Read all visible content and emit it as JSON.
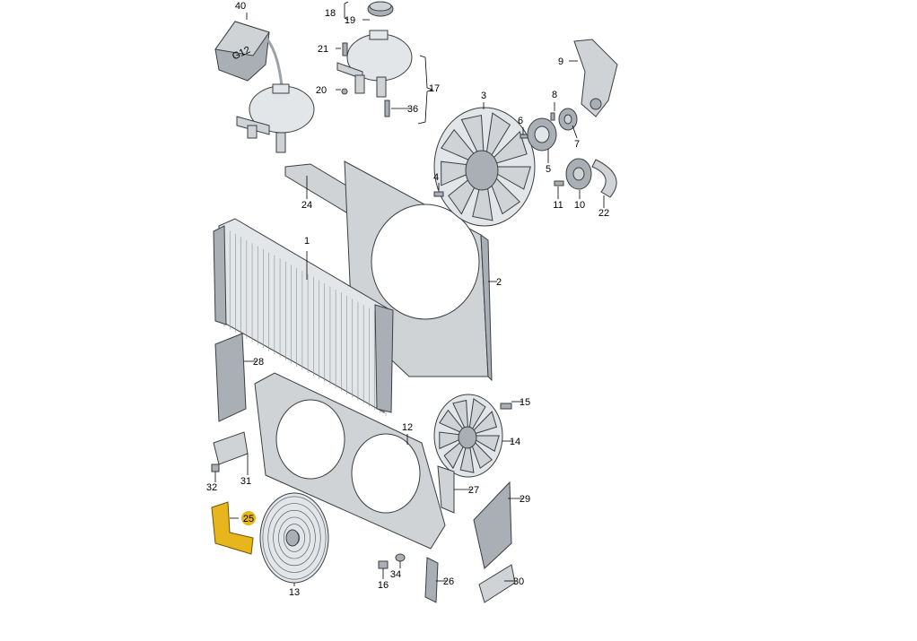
{
  "diagram": {
    "parts": [
      {
        "id": "1",
        "label": "1"
      },
      {
        "id": "2",
        "label": "2"
      },
      {
        "id": "3",
        "label": "3"
      },
      {
        "id": "4",
        "label": "4"
      },
      {
        "id": "5",
        "label": "5"
      },
      {
        "id": "6",
        "label": "6"
      },
      {
        "id": "7",
        "label": "7"
      },
      {
        "id": "8",
        "label": "8"
      },
      {
        "id": "9",
        "label": "9"
      },
      {
        "id": "10",
        "label": "10"
      },
      {
        "id": "11",
        "label": "11"
      },
      {
        "id": "12",
        "label": "12"
      },
      {
        "id": "13",
        "label": "13"
      },
      {
        "id": "14",
        "label": "14"
      },
      {
        "id": "15",
        "label": "15"
      },
      {
        "id": "16",
        "label": "16"
      },
      {
        "id": "17",
        "label": "17"
      },
      {
        "id": "18",
        "label": "18"
      },
      {
        "id": "19",
        "label": "19"
      },
      {
        "id": "20",
        "label": "20"
      },
      {
        "id": "21",
        "label": "21"
      },
      {
        "id": "22",
        "label": "22"
      },
      {
        "id": "24",
        "label": "24"
      },
      {
        "id": "25",
        "label": "25",
        "highlighted": true
      },
      {
        "id": "26",
        "label": "26"
      },
      {
        "id": "27",
        "label": "27"
      },
      {
        "id": "28",
        "label": "28"
      },
      {
        "id": "29",
        "label": "29"
      },
      {
        "id": "30",
        "label": "30"
      },
      {
        "id": "31",
        "label": "31"
      },
      {
        "id": "32",
        "label": "32"
      },
      {
        "id": "34",
        "label": "34"
      },
      {
        "id": "36",
        "label": "36"
      },
      {
        "id": "40",
        "label": "40"
      }
    ],
    "canister_marking": "G12",
    "highlight_color": "#e7b51c"
  }
}
